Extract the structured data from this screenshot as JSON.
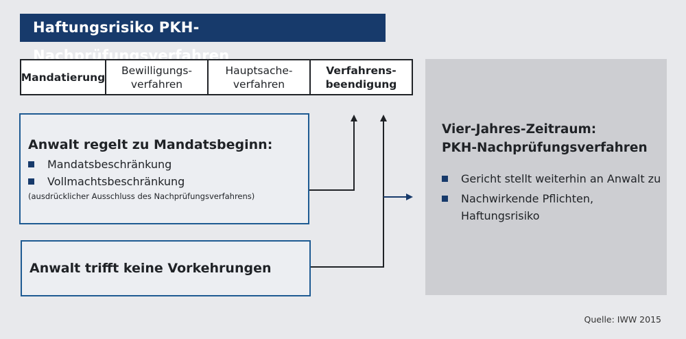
{
  "title": "Haftungsrisiko PKH-Nachprüfungsverfahren",
  "phases": [
    {
      "label": "Mandatierung"
    },
    {
      "label": "Bewilligungs-\nverfahren"
    },
    {
      "label": "Hauptsache-\nverfahren"
    },
    {
      "label": "Verfahrens-\nbeendigung"
    }
  ],
  "box_a": {
    "heading": "Anwalt regelt zu Mandatsbeginn:",
    "bullets": [
      "Mandatsbeschränkung",
      "Vollmachtsbeschränkung"
    ],
    "note": "(ausdrücklicher Ausschluss des Nachprüfungsverfahrens)"
  },
  "box_b": {
    "heading": "Anwalt trifft keine Vorkehrungen"
  },
  "panel": {
    "title": "Vier-Jahres-Zeitraum:\nPKH-Nachprüfungsverfahren",
    "bullets": [
      "Gericht stellt weiterhin an Anwalt zu",
      "Nachwirkende Pflichten, Haftungsrisiko"
    ]
  },
  "source": "Quelle: IWW 2015",
  "colors": {
    "navy": "#173a6b",
    "box_border": "#1d5a92",
    "panel": "#cdced2",
    "background": "#e8e9ec"
  }
}
